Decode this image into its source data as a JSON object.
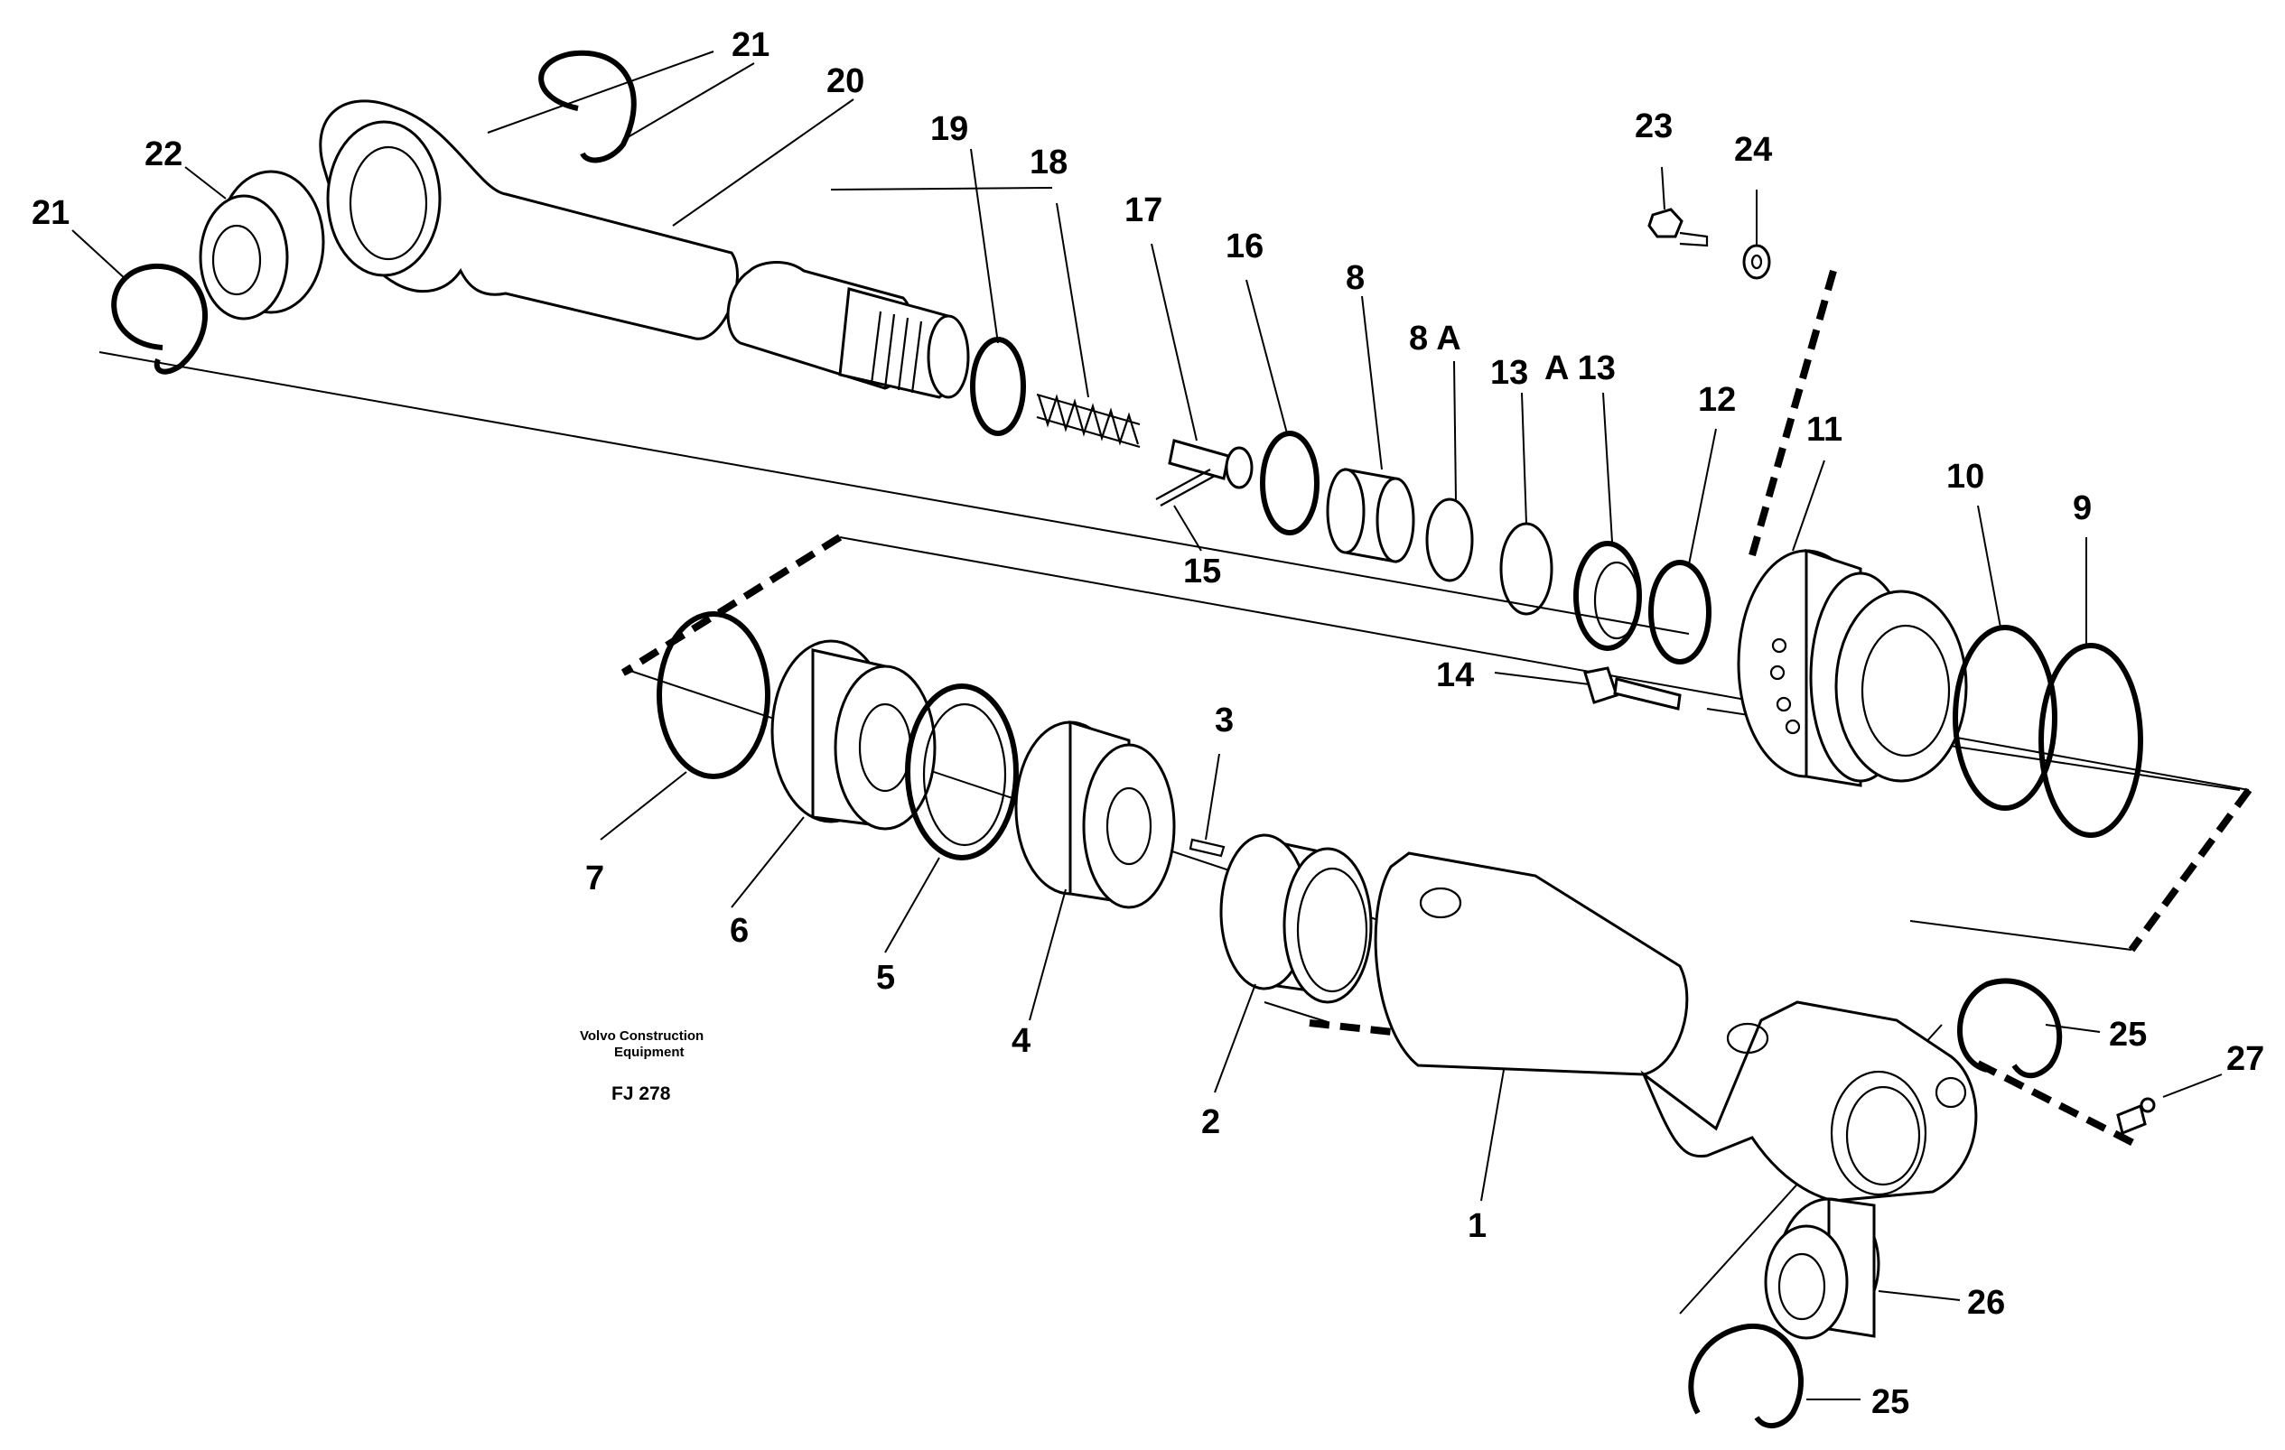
{
  "caption": {
    "brand_line1": "Volvo Construction",
    "brand_line2": "Equipment",
    "figure_code": "FJ 278"
  },
  "labels": {
    "n1": "1",
    "n2": "2",
    "n3": "3",
    "n4": "4",
    "n5": "5",
    "n6": "6",
    "n7": "7",
    "n8": "8",
    "n8a": "8 A",
    "n9": "9",
    "n10": "10",
    "n11": "11",
    "n12": "12",
    "n13a": "13",
    "n13b": "A 13",
    "n14": "14",
    "n15": "15",
    "n16": "16",
    "n17": "17",
    "n18": "18",
    "n19": "19",
    "n20": "20",
    "n21a": "21",
    "n21b": "21",
    "n22": "22",
    "n23": "23",
    "n24": "24",
    "n25a": "25",
    "n25b": "25",
    "n26": "26",
    "n27": "27"
  }
}
